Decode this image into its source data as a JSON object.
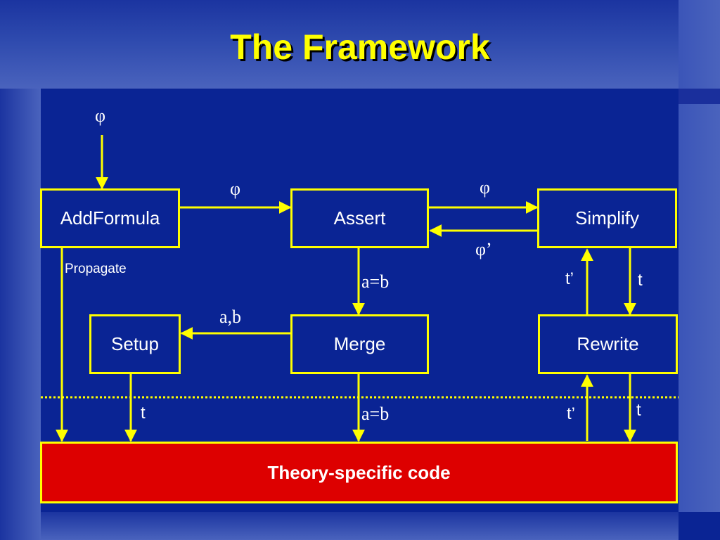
{
  "slide": {
    "title": "The Framework"
  },
  "boxes": {
    "addformula": "AddFormula",
    "assert": "Assert",
    "simplify": "Simplify",
    "setup": "Setup",
    "merge": "Merge",
    "rewrite": "Rewrite",
    "theory": "Theory-specific code"
  },
  "labels": {
    "phi_input": "φ",
    "phi_add_assert": "φ",
    "phi_assert_simplify": "φ",
    "phi_prime": "φ’",
    "propagate": "Propagate",
    "assert_merge": "a=b",
    "merge_setup": "a,b",
    "t_prime_upper": "t’",
    "t_upper": "t",
    "setup_theory": "t",
    "merge_theory": "a=b",
    "t_prime_lower": "t’",
    "t_lower": "t"
  },
  "colors": {
    "background": "#0a2494",
    "title": "#ffff00",
    "wire": "#ffff00",
    "theory_box": "#dd0000"
  }
}
